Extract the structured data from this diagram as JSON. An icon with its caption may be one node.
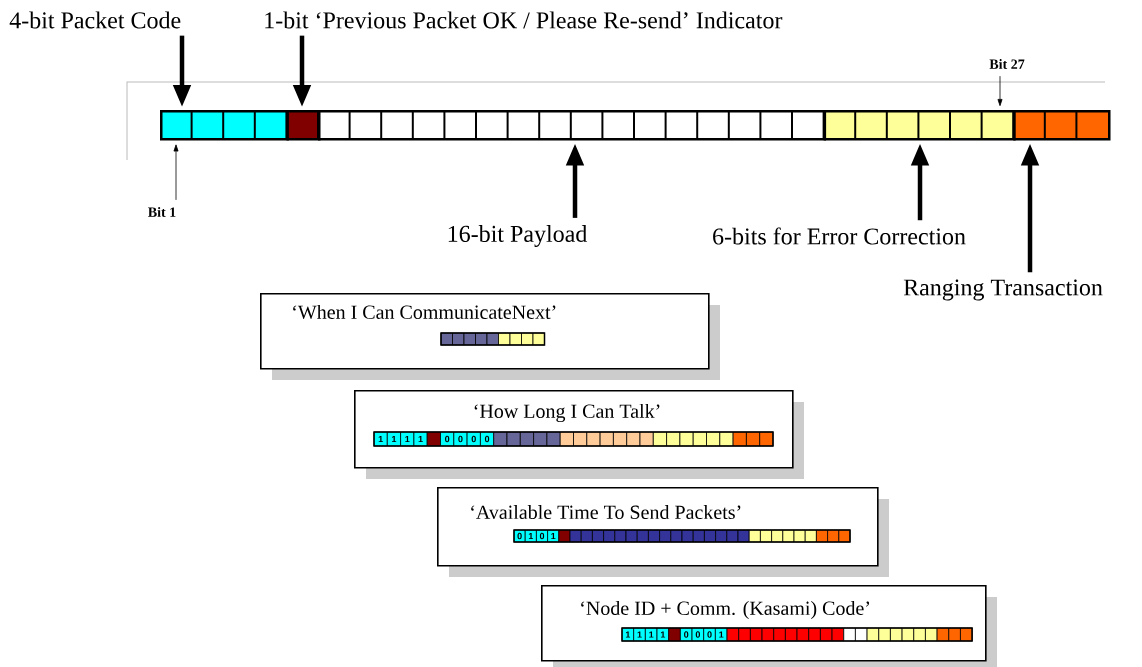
{
  "diagram": {
    "nodes": [
      {
        "text": [
          "4-bit Packet Code"
        ]
      },
      {
        "text": [
          "1-bit ‘Previous Packet OK / Please Re-send’ Indicator"
        ]
      },
      {
        "text": [],
        "shape": "bar"
      },
      {
        "text": [],
        "shape": "bar"
      },
      {
        "text": [],
        "shape": "bar"
      },
      {
        "text": [],
        "shape": "bar"
      },
      {
        "text": [],
        "shape": "bar"
      },
      {
        "text": [
          "Bit 1"
        ]
      },
      {
        "text": [
          "Bit 27"
        ]
      },
      {
        "text": [
          "16-bit Payload"
        ]
      },
      {
        "text": [
          "6-bits for Error Correction"
        ]
      },
      {
        "text": [
          "Ranging Transaction"
        ]
      },
      {
        "text": [
          "‘When I Can CommunicateNext’"
        ]
      },
      {
        "text": [
          "‘How Long I Can Talk’"
        ]
      },
      {
        "text": [
          "‘Available Time To Send Packets’"
        ]
      },
      {
        "text": [
          "‘Node ID + Comm. (Kasami) Code’"
        ]
      }
    ],
    "edges": [
      {
        "from": 0,
        "to": 2,
        "arrow": "to"
      },
      {
        "from": 1,
        "to": 3,
        "arrow": "to"
      },
      {
        "from": 7,
        "to": 2,
        "arrow": "to"
      },
      {
        "from": 8,
        "to": 5,
        "arrow": "to"
      },
      {
        "from": 9,
        "to": 4,
        "arrow": "to"
      },
      {
        "from": 10,
        "to": 5,
        "arrow": "to"
      },
      {
        "from": 11,
        "to": 6,
        "arrow": "to"
      }
    ],
    "labels": [
      "1",
      "1",
      "1",
      "1",
      "0",
      "0",
      "0",
      "0",
      "0",
      "1",
      "0",
      "1",
      "1",
      "1",
      "1",
      "1",
      "0",
      "0",
      "0",
      "1"
    ]
  }
}
